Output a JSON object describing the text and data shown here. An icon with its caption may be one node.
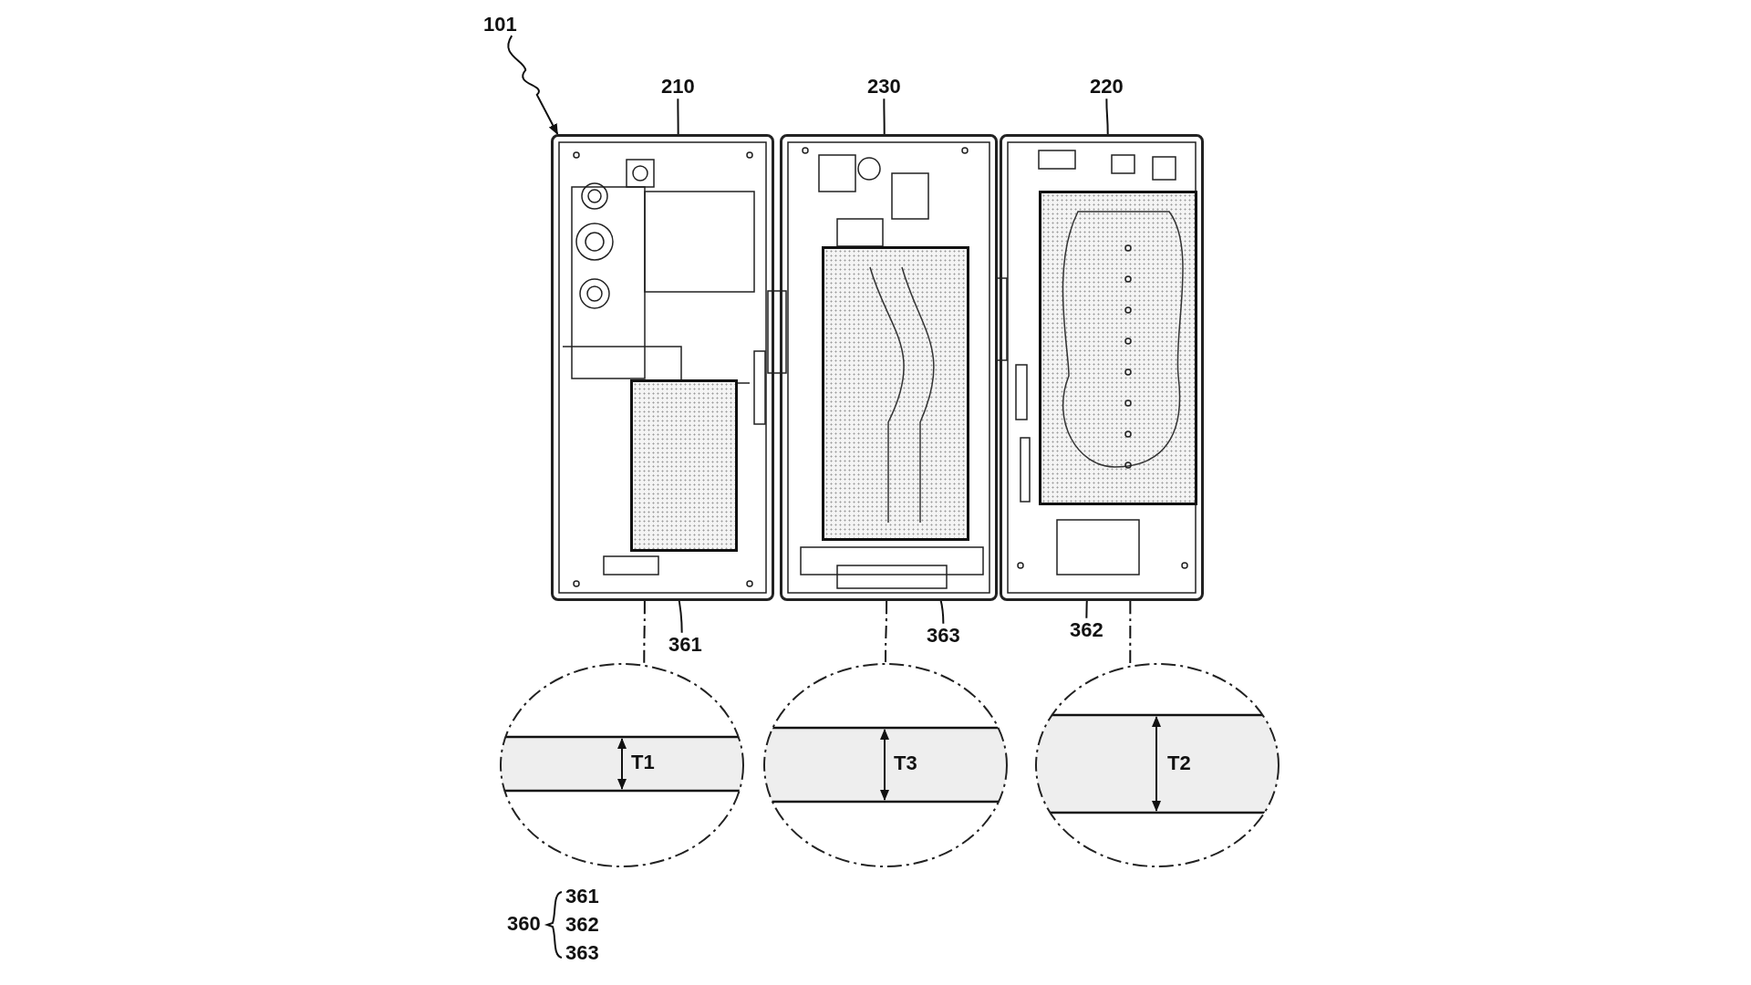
{
  "diagram": {
    "nodes": [
      {
        "text": [
          "101"
        ]
      },
      {
        "text": [
          "210"
        ]
      },
      {
        "text": [],
        "shape": "box"
      },
      {
        "text": [
          "230"
        ]
      },
      {
        "text": [],
        "shape": "box"
      },
      {
        "text": [
          "220"
        ]
      },
      {
        "text": [],
        "shape": "box"
      },
      {
        "text": [
          "361"
        ]
      },
      {
        "text": [],
        "shape": "box",
        "in": 2
      },
      {
        "text": [
          "363"
        ]
      },
      {
        "text": [],
        "shape": "box",
        "in": 4
      },
      {
        "text": [
          "362"
        ]
      },
      {
        "text": [],
        "shape": "box",
        "in": 6
      },
      {
        "text": [],
        "shape": "circle"
      },
      {
        "text": [],
        "shape": "circle"
      },
      {
        "text": [],
        "shape": "circle"
      }
    ],
    "edges": [
      {
        "from": 0,
        "to": 2,
        "arrow": "to"
      },
      {
        "from": 1,
        "to": 2,
        "arrow": "none"
      },
      {
        "from": 3,
        "to": 4,
        "arrow": "none"
      },
      {
        "from": 5,
        "to": 6,
        "arrow": "none"
      },
      {
        "from": 7,
        "to": 8,
        "arrow": "none"
      },
      {
        "from": 9,
        "to": 10,
        "arrow": "none"
      },
      {
        "from": 11,
        "to": 12,
        "arrow": "none"
      },
      {
        "from": 2,
        "to": 13,
        "arrow": "none",
        "style": "dashed"
      },
      {
        "from": 4,
        "to": 14,
        "arrow": "none",
        "style": "dashed"
      },
      {
        "from": 6,
        "to": 15,
        "arrow": "none",
        "style": "dashed"
      }
    ],
    "labels": [
      "T1",
      "T3",
      "T2",
      "360",
      "361",
      "362",
      "363"
    ]
  }
}
